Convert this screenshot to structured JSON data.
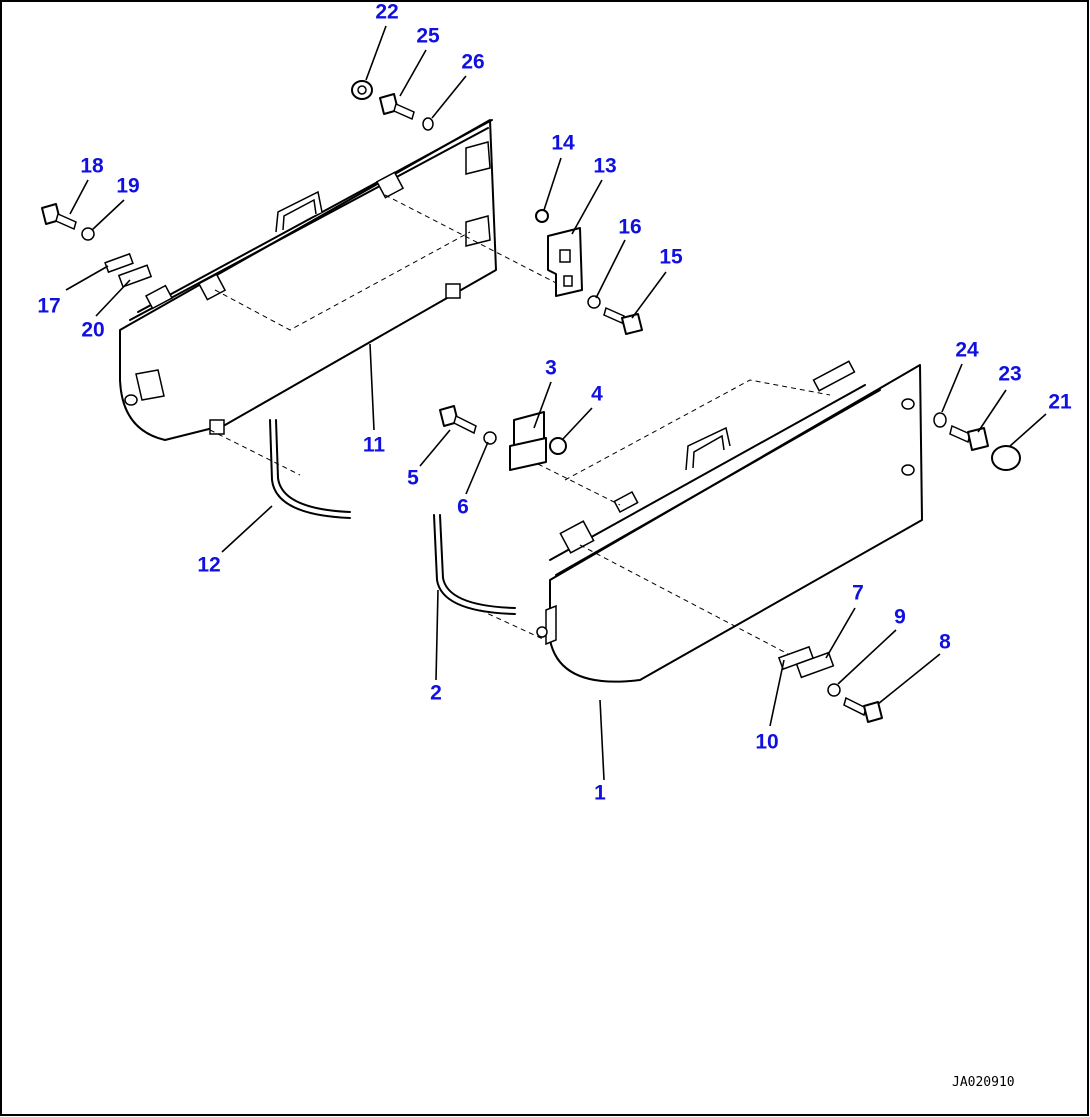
{
  "colors": {
    "callout": "#1010e0",
    "ink": "#000000",
    "frame": "#000000",
    "background": "#ffffff"
  },
  "callouts": [
    {
      "label": "1"
    },
    {
      "label": "2"
    },
    {
      "label": "3"
    },
    {
      "label": "4"
    },
    {
      "label": "5"
    },
    {
      "label": "6"
    },
    {
      "label": "7"
    },
    {
      "label": "8"
    },
    {
      "label": "9"
    },
    {
      "label": "10"
    },
    {
      "label": "11"
    },
    {
      "label": "12"
    },
    {
      "label": "13"
    },
    {
      "label": "14"
    },
    {
      "label": "15"
    },
    {
      "label": "16"
    },
    {
      "label": "17"
    },
    {
      "label": "18"
    },
    {
      "label": "19"
    },
    {
      "label": "20"
    },
    {
      "label": "21"
    },
    {
      "label": "22"
    },
    {
      "label": "23"
    },
    {
      "label": "24"
    },
    {
      "label": "25"
    },
    {
      "label": "26"
    }
  ],
  "drawing_code": "JA020910"
}
